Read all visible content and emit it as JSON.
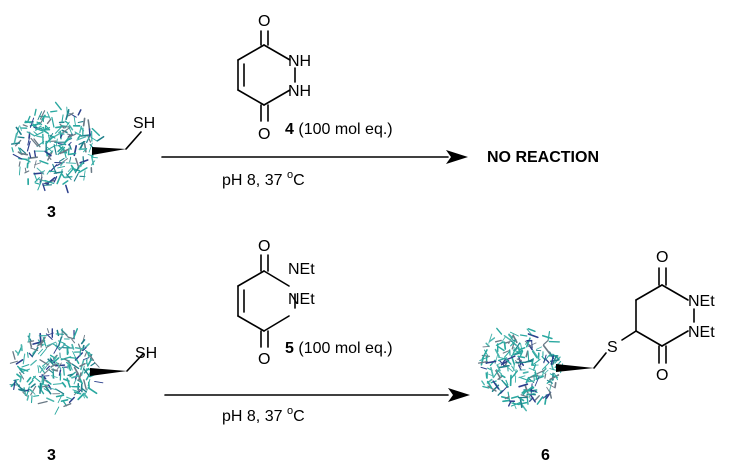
{
  "scheme": {
    "top": {
      "reactant": {
        "label": "3",
        "thiol": "SH"
      },
      "reagent": {
        "atoms": {
          "o_top": "O",
          "nh_1": "NH",
          "nh_2": "NH",
          "o_bottom": "O"
        },
        "number": "4",
        "equivalents": "(100 mol eq.)"
      },
      "conditions": {
        "text": "pH 8, 37 ",
        "deg": "o",
        "unit": "C"
      },
      "result": "NO REACTION"
    },
    "bottom": {
      "reactant": {
        "label": "3",
        "thiol": "SH"
      },
      "reagent": {
        "atoms": {
          "o_top": "O",
          "n_1": "NEt",
          "n_2": "NEt",
          "o_bottom": "O"
        },
        "number": "5",
        "equivalents": "(100 mol eq.)"
      },
      "conditions": {
        "text": "pH 8, 37 ",
        "deg": "o",
        "unit": "C"
      },
      "product": {
        "label": "6",
        "sulfur": "S",
        "atoms": {
          "o_top": "O",
          "n_1": "NEt",
          "n_2": "NEt",
          "o_bottom": "O"
        }
      }
    }
  },
  "colors": {
    "protein_teal": "#2aa8a0",
    "protein_blue": "#2b3f8c",
    "protein_grey": "#6a7a86",
    "line": "#000000"
  }
}
